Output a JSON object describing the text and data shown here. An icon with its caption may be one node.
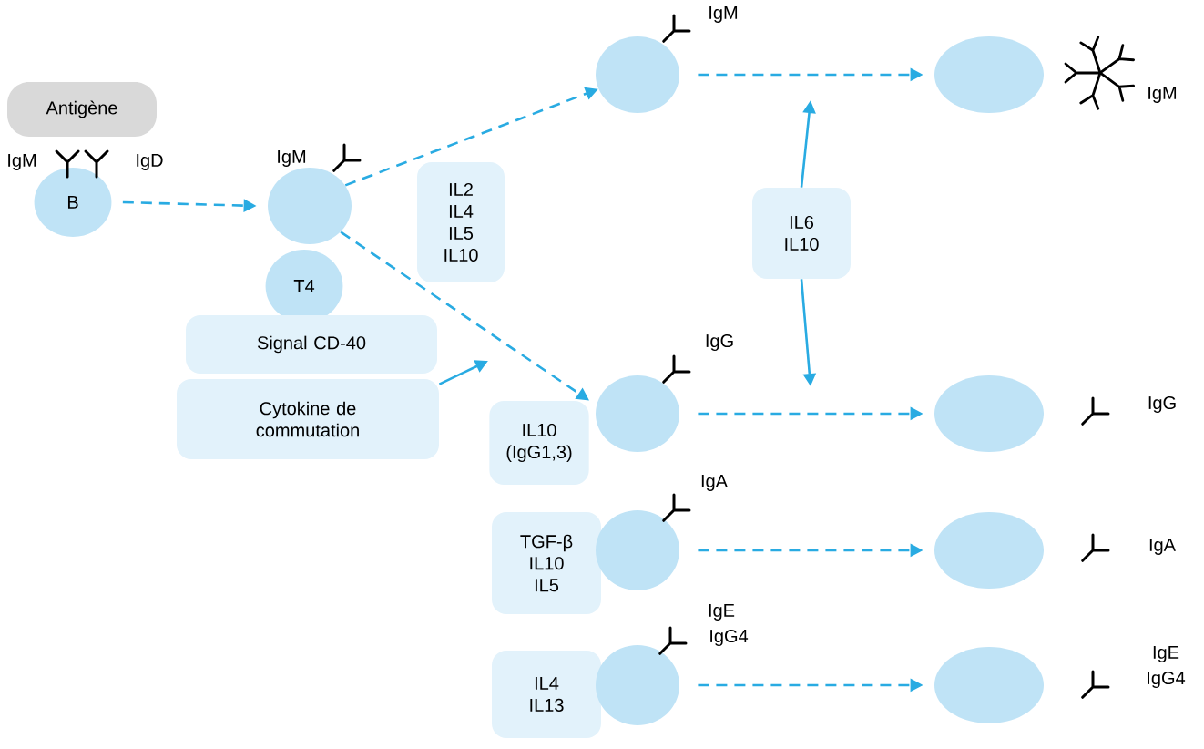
{
  "diagram": {
    "nodes": [
      {
        "text": [
          "Antigène"
        ]
      },
      {
        "text": [
          "B"
        ],
        "beside": [
          "IgM",
          "IgD"
        ]
      },
      {
        "text": [],
        "shape": "circle",
        "beside": [
          "IgM"
        ]
      },
      {
        "text": [
          "T4"
        ]
      },
      {
        "text": [
          "Signal CD-40"
        ]
      },
      {
        "text": [
          "Cytokine de commutation"
        ]
      },
      {
        "text": [
          "IL2 IL4 IL5 IL10"
        ]
      },
      {
        "text": [],
        "shape": "circle",
        "beside": [
          "IgM"
        ]
      },
      {
        "text": [],
        "shape": "circle"
      },
      {
        "text": [
          "IL6 IL10"
        ]
      },
      {
        "text": [
          "IL10 (IgG1,3)"
        ]
      },
      {
        "text": [],
        "shape": "circle",
        "beside": [
          "IgG"
        ]
      },
      {
        "text": [],
        "shape": "circle"
      },
      {
        "text": [
          "TGF-β IL10 IL5"
        ]
      },
      {
        "text": [],
        "shape": "circle",
        "beside": [
          "IgA"
        ]
      },
      {
        "text": [],
        "shape": "circle"
      },
      {
        "text": [
          "IL4 IL13"
        ]
      },
      {
        "text": [],
        "shape": "circle",
        "beside": [
          "IgE",
          "IgG4"
        ]
      },
      {
        "text": [],
        "shape": "circle"
      }
    ],
    "labels": [
      "IgM",
      "IgG",
      "IgA",
      "IgE",
      "IgG4"
    ],
    "edges": [
      {
        "from": 1,
        "to": 2,
        "arrow": "to",
        "style": "dashed"
      },
      {
        "from": 2,
        "to": 7,
        "arrow": "to",
        "style": "dashed"
      },
      {
        "from": 2,
        "to": 10,
        "arrow": "to",
        "style": "dashed"
      },
      {
        "from": 5,
        "to": null,
        "arrow": "to"
      },
      {
        "from": 7,
        "to": 8,
        "arrow": "to",
        "style": "dashed"
      },
      {
        "from": 9,
        "to": null,
        "arrow": "to"
      },
      {
        "from": 9,
        "to": null,
        "arrow": "to"
      },
      {
        "from": 11,
        "to": 12,
        "arrow": "to",
        "style": "dashed"
      },
      {
        "from": 14,
        "to": 15,
        "arrow": "to",
        "style": "dashed"
      },
      {
        "from": 17,
        "to": 18,
        "arrow": "to",
        "style": "dashed"
      }
    ]
  }
}
